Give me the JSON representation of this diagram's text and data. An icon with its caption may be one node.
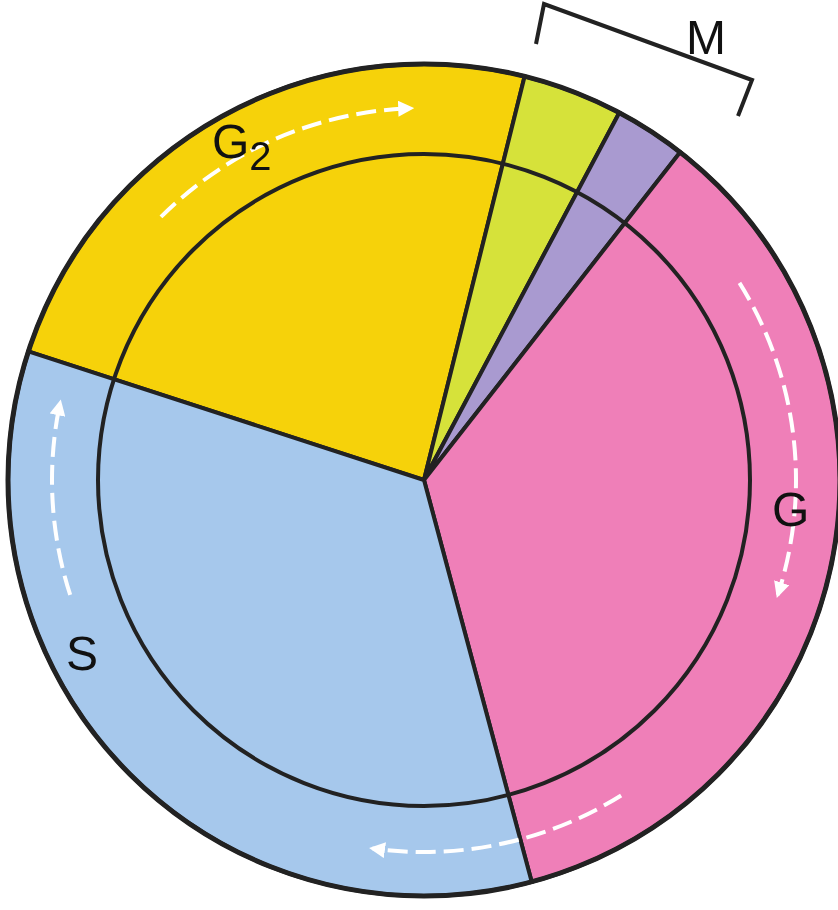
{
  "diagram": {
    "labels": [
      "G$_{2}$",
      "M",
      "G",
      "S"
    ]
  }
}
